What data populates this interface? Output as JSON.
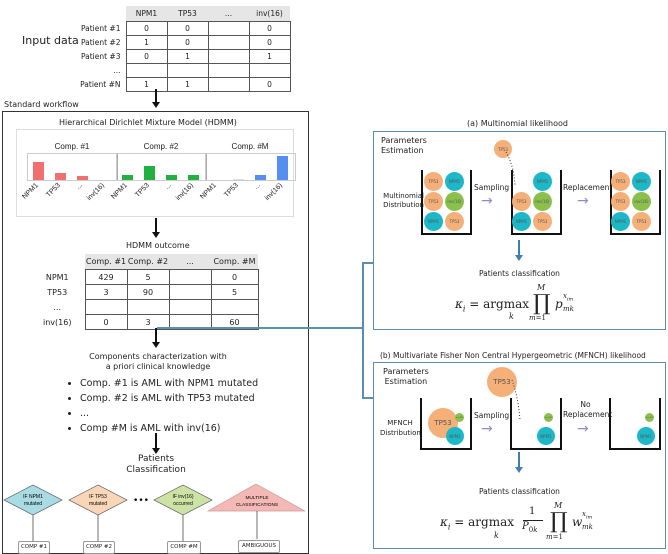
{
  "input": {
    "label": "Input data",
    "columns": [
      "NPM1",
      "TP53",
      "...",
      "inv(16)"
    ],
    "rows": [
      {
        "label": "Patient #1",
        "values": [
          "0",
          "0",
          "",
          "0"
        ]
      },
      {
        "label": "Patient #2",
        "values": [
          "1",
          "0",
          "",
          "0"
        ]
      },
      {
        "label": "Patient #3",
        "values": [
          "0",
          "1",
          "",
          "1"
        ]
      },
      {
        "label": "...",
        "values": [
          "",
          "",
          "",
          ""
        ]
      },
      {
        "label": "Patient #N",
        "values": [
          "1",
          "1",
          "",
          "0"
        ]
      }
    ]
  },
  "workflow": {
    "label": "Standard workflow",
    "hdmm_title": "Hierarchical Dirichlet Mixture Model (HDMM)",
    "chart_data": {
      "type": "bar",
      "title": "Hierarchical Dirichlet Mixture Model (HDMM)",
      "categories": [
        "NPM1",
        "TP53",
        "...",
        "inv(16)"
      ],
      "series": [
        {
          "name": "Comp. #1",
          "color": "#f07070",
          "values": [
            0.75,
            0.3,
            0.15,
            0
          ]
        },
        {
          "name": "Comp. #2",
          "color": "#22b040",
          "values": [
            0.2,
            0.6,
            0.2,
            0.22
          ]
        },
        {
          "name": "Comp. #M",
          "color": "#5590f0",
          "values": [
            0,
            0.03,
            0.2,
            1.0
          ]
        }
      ],
      "ylim": [
        0,
        1
      ]
    },
    "outcome_title": "HDMM outcome",
    "outcome": {
      "columns": [
        "Comp. #1",
        "Comp. #2",
        "...",
        "Comp. #M"
      ],
      "rows": [
        {
          "label": "NPM1",
          "values": [
            "429",
            "5",
            "",
            "0"
          ]
        },
        {
          "label": "TP53",
          "values": [
            "3",
            "90",
            "",
            "5"
          ]
        },
        {
          "label": "...",
          "values": [
            "",
            "",
            "",
            ""
          ]
        },
        {
          "label": "inv(16)",
          "values": [
            "0",
            "3",
            "",
            "60"
          ]
        }
      ]
    },
    "characterization_title_1": "Components characterization with",
    "characterization_title_2": "a priori clinical knowledge",
    "characterization": [
      "Comp. #1 is AML with NPM1 mutated",
      "Comp. #2 is AML with TP53 mutated",
      "...",
      "Comp #M is AML with inv(16)"
    ],
    "classification_title_1": "Patients",
    "classification_title_2": "Classification",
    "decisions": [
      {
        "line1": "IF NPM1",
        "line2": "mutated",
        "color": "#a8dbe3",
        "result": "COMP #1"
      },
      {
        "line1": "IF TP53",
        "line2": "mutated",
        "color": "#fad6b8",
        "result": "COMP #2"
      },
      {
        "line1": "IF inv(16)",
        "line2": "occurred",
        "color": "#cde3a6",
        "result": "COMP #M"
      }
    ],
    "ellipsis": "•••",
    "multiple": {
      "line1": "MULTIPLE",
      "line2": "CLASSIFICATIONS",
      "color": "#f4b9b5",
      "result": "AMBIGUOUS"
    }
  },
  "panel_a": {
    "title": "(a) Multinomial likelihood",
    "params_1": "Parameters",
    "params_2": "Estimation",
    "dist_1": "Multinomial",
    "dist_2": "Distribution",
    "step1": "Sampling",
    "step2": "Replacement",
    "ball_tp53": "TP53",
    "ball_npm1": "NPM1",
    "ball_inv16": "inv(16)",
    "classification": "Patients classification",
    "formula": "κᵢ = argmax ∏ p"
  },
  "panel_b": {
    "title": "(b) Multivariate Fisher Non Central Hypergeometric (MFNCH) likelihood",
    "params_1": "Parameters",
    "params_2": "Estimation",
    "dist_1": "MFNCH",
    "dist_2": "Distribution",
    "step1": "Sampling",
    "step2_1": "No",
    "step2_2": "Replacement",
    "ball_tp53": "TP53",
    "ball_npm1": "NPM1",
    "ball_inv16": "inv(16)",
    "classification": "Patients classification"
  },
  "colors": {
    "tp53": "#f5b07a",
    "npm1": "#1cb8c8",
    "inv16": "#8cc04c",
    "panel_border": "#5b8fb0",
    "arrow_blue": "#3f7fb0",
    "arrow_gray": "#8a8fc0"
  }
}
